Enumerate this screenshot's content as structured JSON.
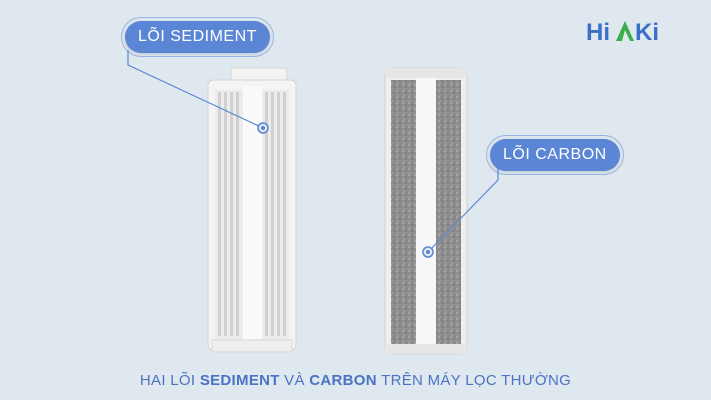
{
  "brand": {
    "logo_text": "HiAKi",
    "colors": {
      "blue": "#3c6fc7",
      "green": "#3cae49"
    }
  },
  "labels": {
    "sediment": "LÕI SEDIMENT",
    "carbon": "LÕI CARBON"
  },
  "caption": {
    "part1": "HAI LÕI ",
    "part2": "SEDIMENT",
    "part3": " VÀ ",
    "part4": "CARBON",
    "part5": " TRÊN MÁY LỌC THƯỜNG"
  },
  "accent_color": "#5b86d6",
  "background_color": "#dfe8ef"
}
